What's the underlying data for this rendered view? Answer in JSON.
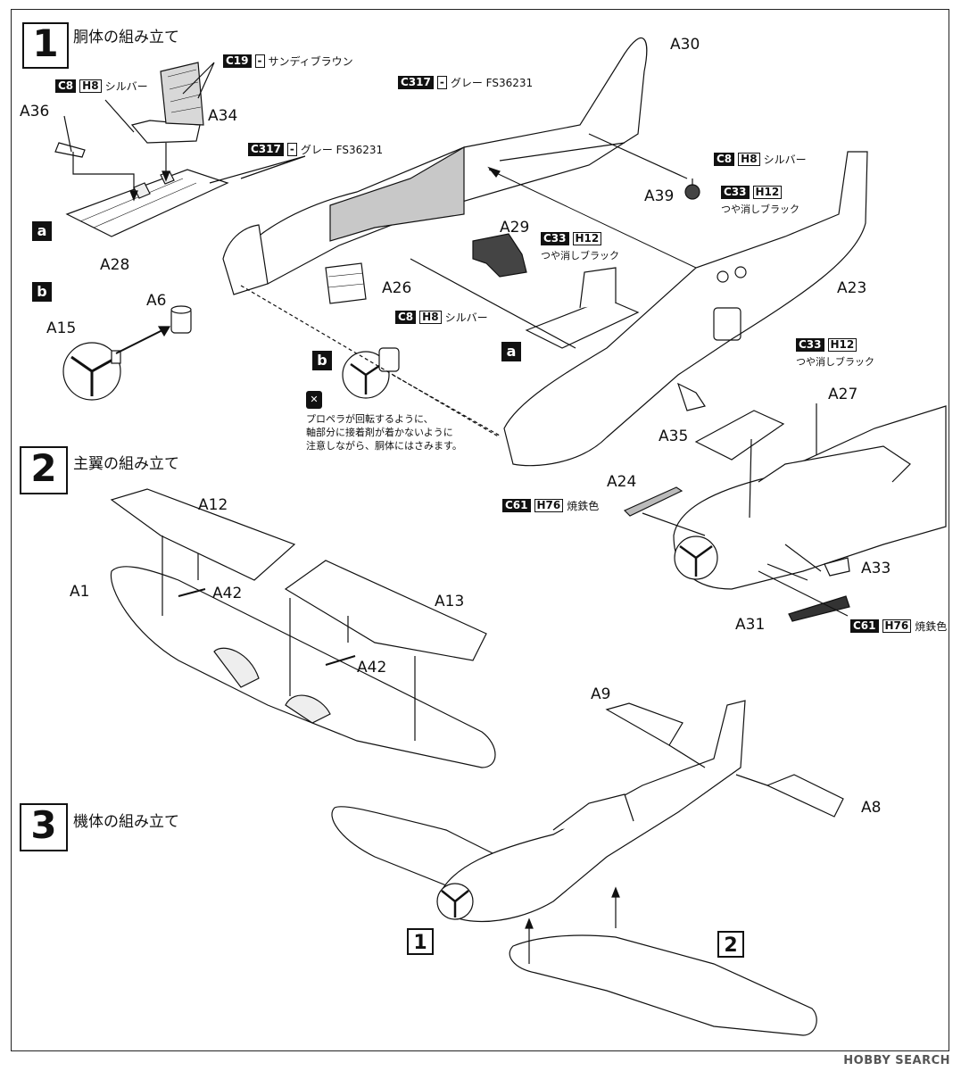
{
  "steps": {
    "s1": {
      "num": "1",
      "title": "胴体の組み立て"
    },
    "s2": {
      "num": "2",
      "title": "主翼の組み立て"
    },
    "s3": {
      "num": "3",
      "title": "機体の組み立て"
    }
  },
  "parts": {
    "A36": "A36",
    "A34": "A34",
    "A28": "A28",
    "A15": "A15",
    "A6": "A6",
    "A30": "A30",
    "A39": "A39",
    "A29": "A29",
    "A26": "A26",
    "A23": "A23",
    "A27": "A27",
    "A35": "A35",
    "A24": "A24",
    "A33": "A33",
    "A31": "A31",
    "A12": "A12",
    "A1": "A1",
    "A42a": "A42",
    "A13": "A13",
    "A42b": "A42",
    "A9": "A9",
    "A8": "A8"
  },
  "colors": {
    "c19": {
      "code": "C19",
      "h": "-",
      "name": "サンディブラウン"
    },
    "c8a": {
      "code": "C8",
      "h": "H8",
      "name": "シルバー"
    },
    "c317a": {
      "code": "C317",
      "h": "-",
      "name": "グレー FS36231"
    },
    "c317b": {
      "code": "C317",
      "h": "-",
      "name": "グレー FS36231"
    },
    "c8b": {
      "code": "C8",
      "h": "H8",
      "name": "シルバー"
    },
    "c33a": {
      "code": "C33",
      "h": "H12",
      "name": "つや消しブラック"
    },
    "c33b": {
      "code": "C33",
      "h": "H12",
      "name": "つや消しブラック"
    },
    "c8c": {
      "code": "C8",
      "h": "H8",
      "name": "シルバー"
    },
    "c33c": {
      "code": "C33",
      "h": "H12",
      "name": "つや消しブラック"
    },
    "c61a": {
      "code": "C61",
      "h": "H76",
      "name": "焼鉄色"
    },
    "c61b": {
      "code": "C61",
      "h": "H76",
      "name": "焼鉄色"
    }
  },
  "subassy": {
    "a1": "a",
    "b1": "b",
    "a2": "a",
    "b2": "b"
  },
  "note": {
    "line1": "プロペラが回転するように、",
    "line2": "軸部分に接着剤が着かないように",
    "line3": "注意しながら、胴体にはさみます。"
  },
  "refs": {
    "r1": "1",
    "r2": "2"
  },
  "watermark": "HOBBY SEARCH",
  "theme": {
    "ink": "#111111",
    "paint_gray": "#c8c8c8",
    "paint_dark": "#444444"
  }
}
